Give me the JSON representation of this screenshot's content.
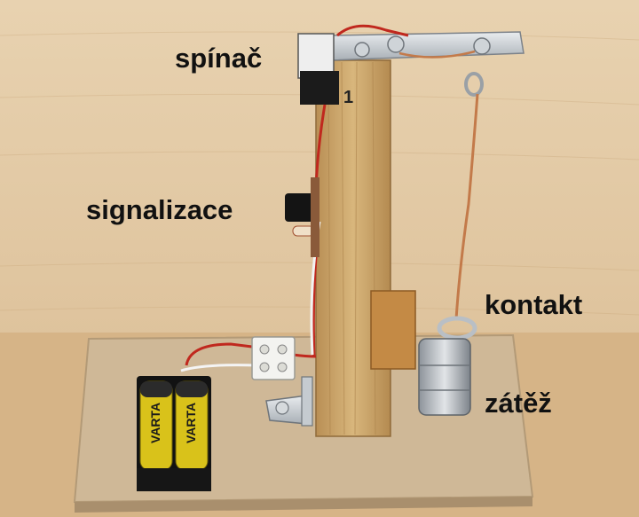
{
  "labels": {
    "switch": "spínač",
    "signal": "signalizace",
    "contact": "kontakt",
    "load": "zátěž"
  },
  "objects": {
    "battery_brand": "VARTA",
    "post_marking": "1"
  },
  "colors": {
    "wall": "#e2c9a4",
    "table": "#d8b68b",
    "board": "#cdb596",
    "post": "#c9a56c",
    "wire_red": "#c0281e",
    "copper": "#c37a4a",
    "battery": "#d9c21a"
  }
}
